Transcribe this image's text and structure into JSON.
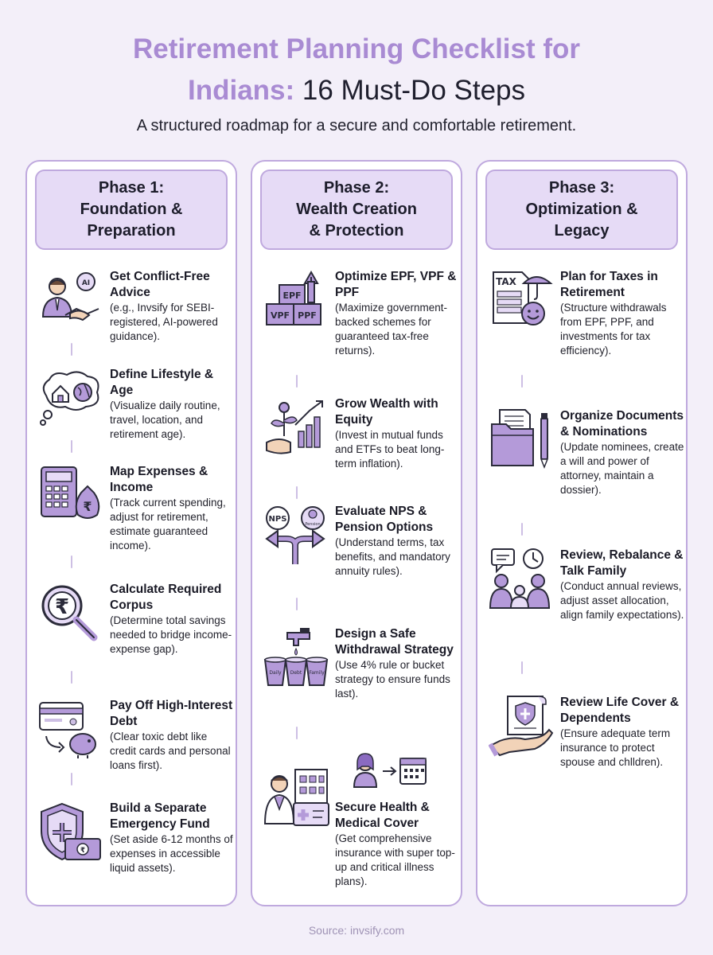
{
  "header": {
    "title_line1": "Retirement Planning Checklist for",
    "title_line2_accent": "Indians:",
    "title_line2_rest": " 16 Must-Do Steps",
    "subtitle": "A structured roadmap for a secure and comfortable retirement."
  },
  "colors": {
    "accent": "#a98bd3",
    "icon_fill": "#b49ad9",
    "border": "#bfa9de",
    "phase_bg": "#e6dbf6",
    "page_bg": "#f3eff9"
  },
  "phases": [
    {
      "title": "Phase 1:\nFoundation &\nPreparation",
      "steps": [
        {
          "icon": "advisor-handshake-icon",
          "heading": "Get Conflict-Free Advice",
          "desc": "(e.g., Invsify for SEBI-registered, AI-powered guidance)."
        },
        {
          "icon": "thought-bubble-home-globe-icon",
          "heading": "Define Lifestyle & Age",
          "desc": "(Visualize daily routine, travel, location, and retirement age)."
        },
        {
          "icon": "calculator-money-bag-icon",
          "heading": "Map Expenses & Income",
          "desc": "(Track current spending, adjust for retirement, estimate guaranteed income)."
        },
        {
          "icon": "rupee-magnifier-icon",
          "heading": "Calculate Required Corpus",
          "desc": "(Determine total savings needed to bridge income-expense gap)."
        },
        {
          "icon": "credit-card-piggy-bank-icon",
          "heading": "Pay Off High-Interest Debt",
          "desc": "(Clear toxic debt like credit cards and personal loans first)."
        },
        {
          "icon": "shield-cash-icon",
          "heading": "Build a Separate Emergency Fund",
          "desc": "(Set aside 6-12 months of expenses in accessible liquid assets)."
        }
      ]
    },
    {
      "title": "Phase 2:\nWealth Creation\n& Protection",
      "steps": [
        {
          "icon": "epf-vpf-ppf-blocks-icon",
          "heading": "Optimize EPF, VPF & PPF",
          "desc": "(Maximize government-backed schemes for guaranteed tax-free returns).",
          "icon_labels": [
            "EPF",
            "VPF",
            "PPF"
          ]
        },
        {
          "icon": "growing-plant-chart-icon",
          "heading": "Grow Wealth with Equity",
          "desc": "(Invest in mutual funds and ETFs to beat long-term inflation)."
        },
        {
          "icon": "nps-pension-fork-icon",
          "heading": "Evaluate NPS & Pension Options",
          "desc": "(Understand terms, tax benefits, and mandatory annuity rules).",
          "icon_labels": [
            "NPS",
            "Pension"
          ]
        },
        {
          "icon": "tap-buckets-icon",
          "heading": "Design a Safe Withdrawal Strategy",
          "desc": "(Use 4% rule or bucket strategy to ensure funds last).",
          "icon_labels": [
            "Daily",
            "Debt",
            "Family"
          ]
        },
        {
          "icon": "doctor-hospital-icon",
          "heading": "Secure Health & Medical Cover",
          "desc": "(Get comprehensive insurance with super top-up and critical illness plans)."
        }
      ]
    },
    {
      "title": "Phase 3:\nOptimization &\nLegacy",
      "steps": [
        {
          "icon": "tax-umbrella-icon",
          "heading": "Plan for Taxes in Retirement",
          "desc": "(Structure withdrawals from EPF, PPF, and investments for tax efficiency).",
          "icon_labels": [
            "TAX"
          ]
        },
        {
          "icon": "folder-documents-pen-icon",
          "heading": "Organize Documents & Nominations",
          "desc": "(Update nominees, create a will and power of attorney, maintain a dossier)."
        },
        {
          "icon": "family-clock-chat-icon",
          "heading": "Review, Rebalance & Talk Family",
          "desc": "(Conduct annual reviews, adjust asset allocation, align family expectations)."
        },
        {
          "icon": "hand-insurance-document-icon",
          "heading": "Review Life Cover & Dependents",
          "desc": "(Ensure adequate term insurance to protect spouse and chlldren)."
        }
      ]
    }
  ],
  "footer": {
    "source": "Source: invsify.com"
  }
}
